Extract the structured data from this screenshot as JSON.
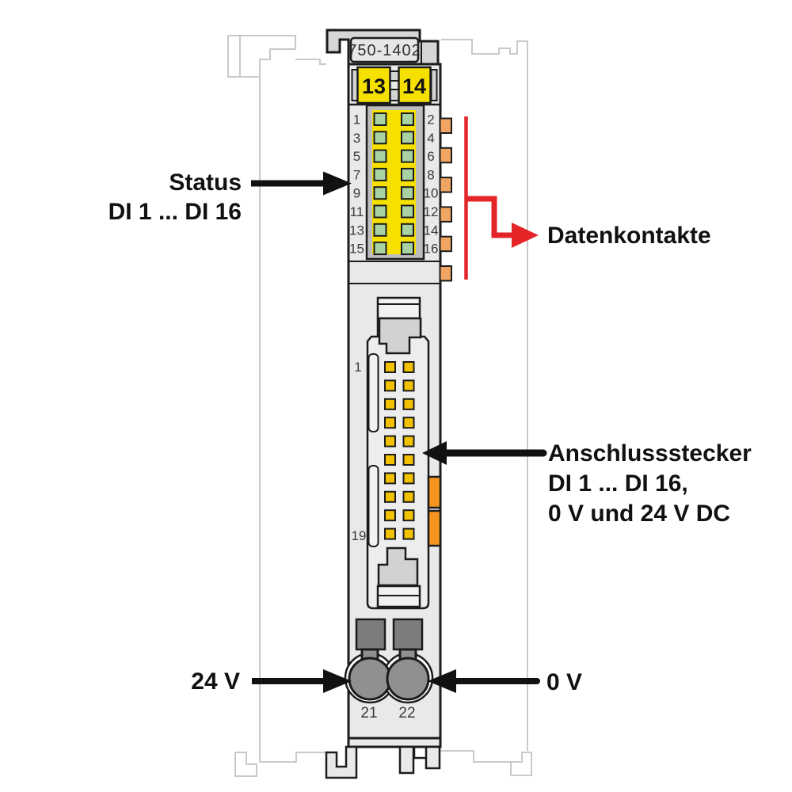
{
  "module": {
    "part_number": "750-1402",
    "terminal_13": "13",
    "terminal_14": "14",
    "led_numbers_left": [
      "1",
      "3",
      "5",
      "7",
      "9",
      "11",
      "13",
      "15"
    ],
    "led_numbers_right": [
      "2",
      "4",
      "6",
      "8",
      "10",
      "12",
      "14",
      "16"
    ],
    "led_rows": 8,
    "pin_first": "1",
    "pin_last": "19",
    "pin_rows": 10,
    "data_contact_count": 6,
    "terminal_21": "21",
    "terminal_22": "22"
  },
  "annotations": {
    "status": {
      "line1": "Status",
      "line2": "DI 1 ... DI 16"
    },
    "data_contacts_label": "Datenkontakte",
    "connector": {
      "line1": "Anschlussstecker",
      "line2": "DI 1 ... DI 16,",
      "line3": "0 V und 24 V DC"
    },
    "supply_24v": "24 V",
    "supply_0v": "0 V"
  },
  "colors": {
    "outline": "#1c1c1c",
    "body_gray": "#e9e9e9",
    "cap_gray": "#d6d6d6",
    "frame_gray": "#bdbdbd",
    "tab_gray": "#d4d4d4",
    "signal_yellow": "#f6e000",
    "led_green": "#a9d2a2",
    "pin_gold": "#f2c200",
    "contact_orange": "#f0a562",
    "latch_orange": "#f5941e",
    "button_gray": "#7d7d7d",
    "terminal_gray": "#8e9091",
    "neighbor_gray": "#c9c9c9",
    "arrow_black": "#111111",
    "accent_red": "#e42528"
  }
}
